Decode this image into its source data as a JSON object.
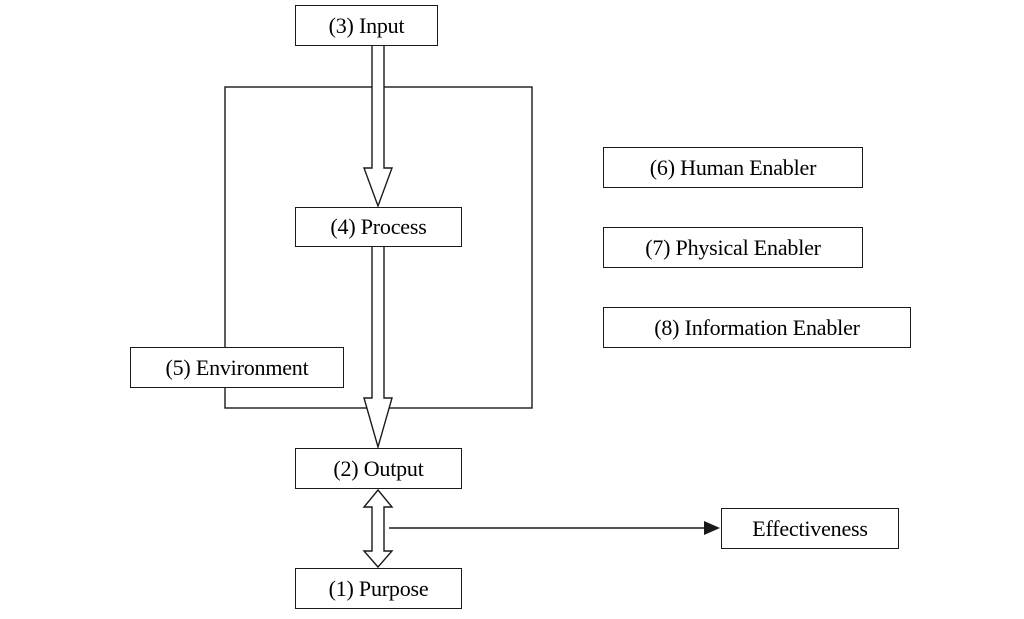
{
  "diagram": {
    "nodes": {
      "input": "(3) Input",
      "process": "(4) Process",
      "environment": "(5) Environment",
      "output": "(2) Output",
      "purpose": "(1) Purpose",
      "human_enabler": "(6) Human Enabler",
      "physical_enabler": "(7) Physical Enabler",
      "information_enabler": "(8) Information Enabler",
      "effectiveness": "Effectiveness"
    },
    "edges": [
      {
        "from": "input",
        "to": "process",
        "style": "hollow-arrow"
      },
      {
        "from": "process",
        "to": "output",
        "style": "hollow-arrow"
      },
      {
        "from": "output",
        "to": "purpose",
        "style": "hollow-double-arrow"
      },
      {
        "from": "output-purpose-link",
        "to": "effectiveness",
        "style": "line-arrow"
      }
    ],
    "colors": {
      "stroke": "#1a1a1a",
      "background": "#ffffff",
      "text": "#000000"
    }
  }
}
